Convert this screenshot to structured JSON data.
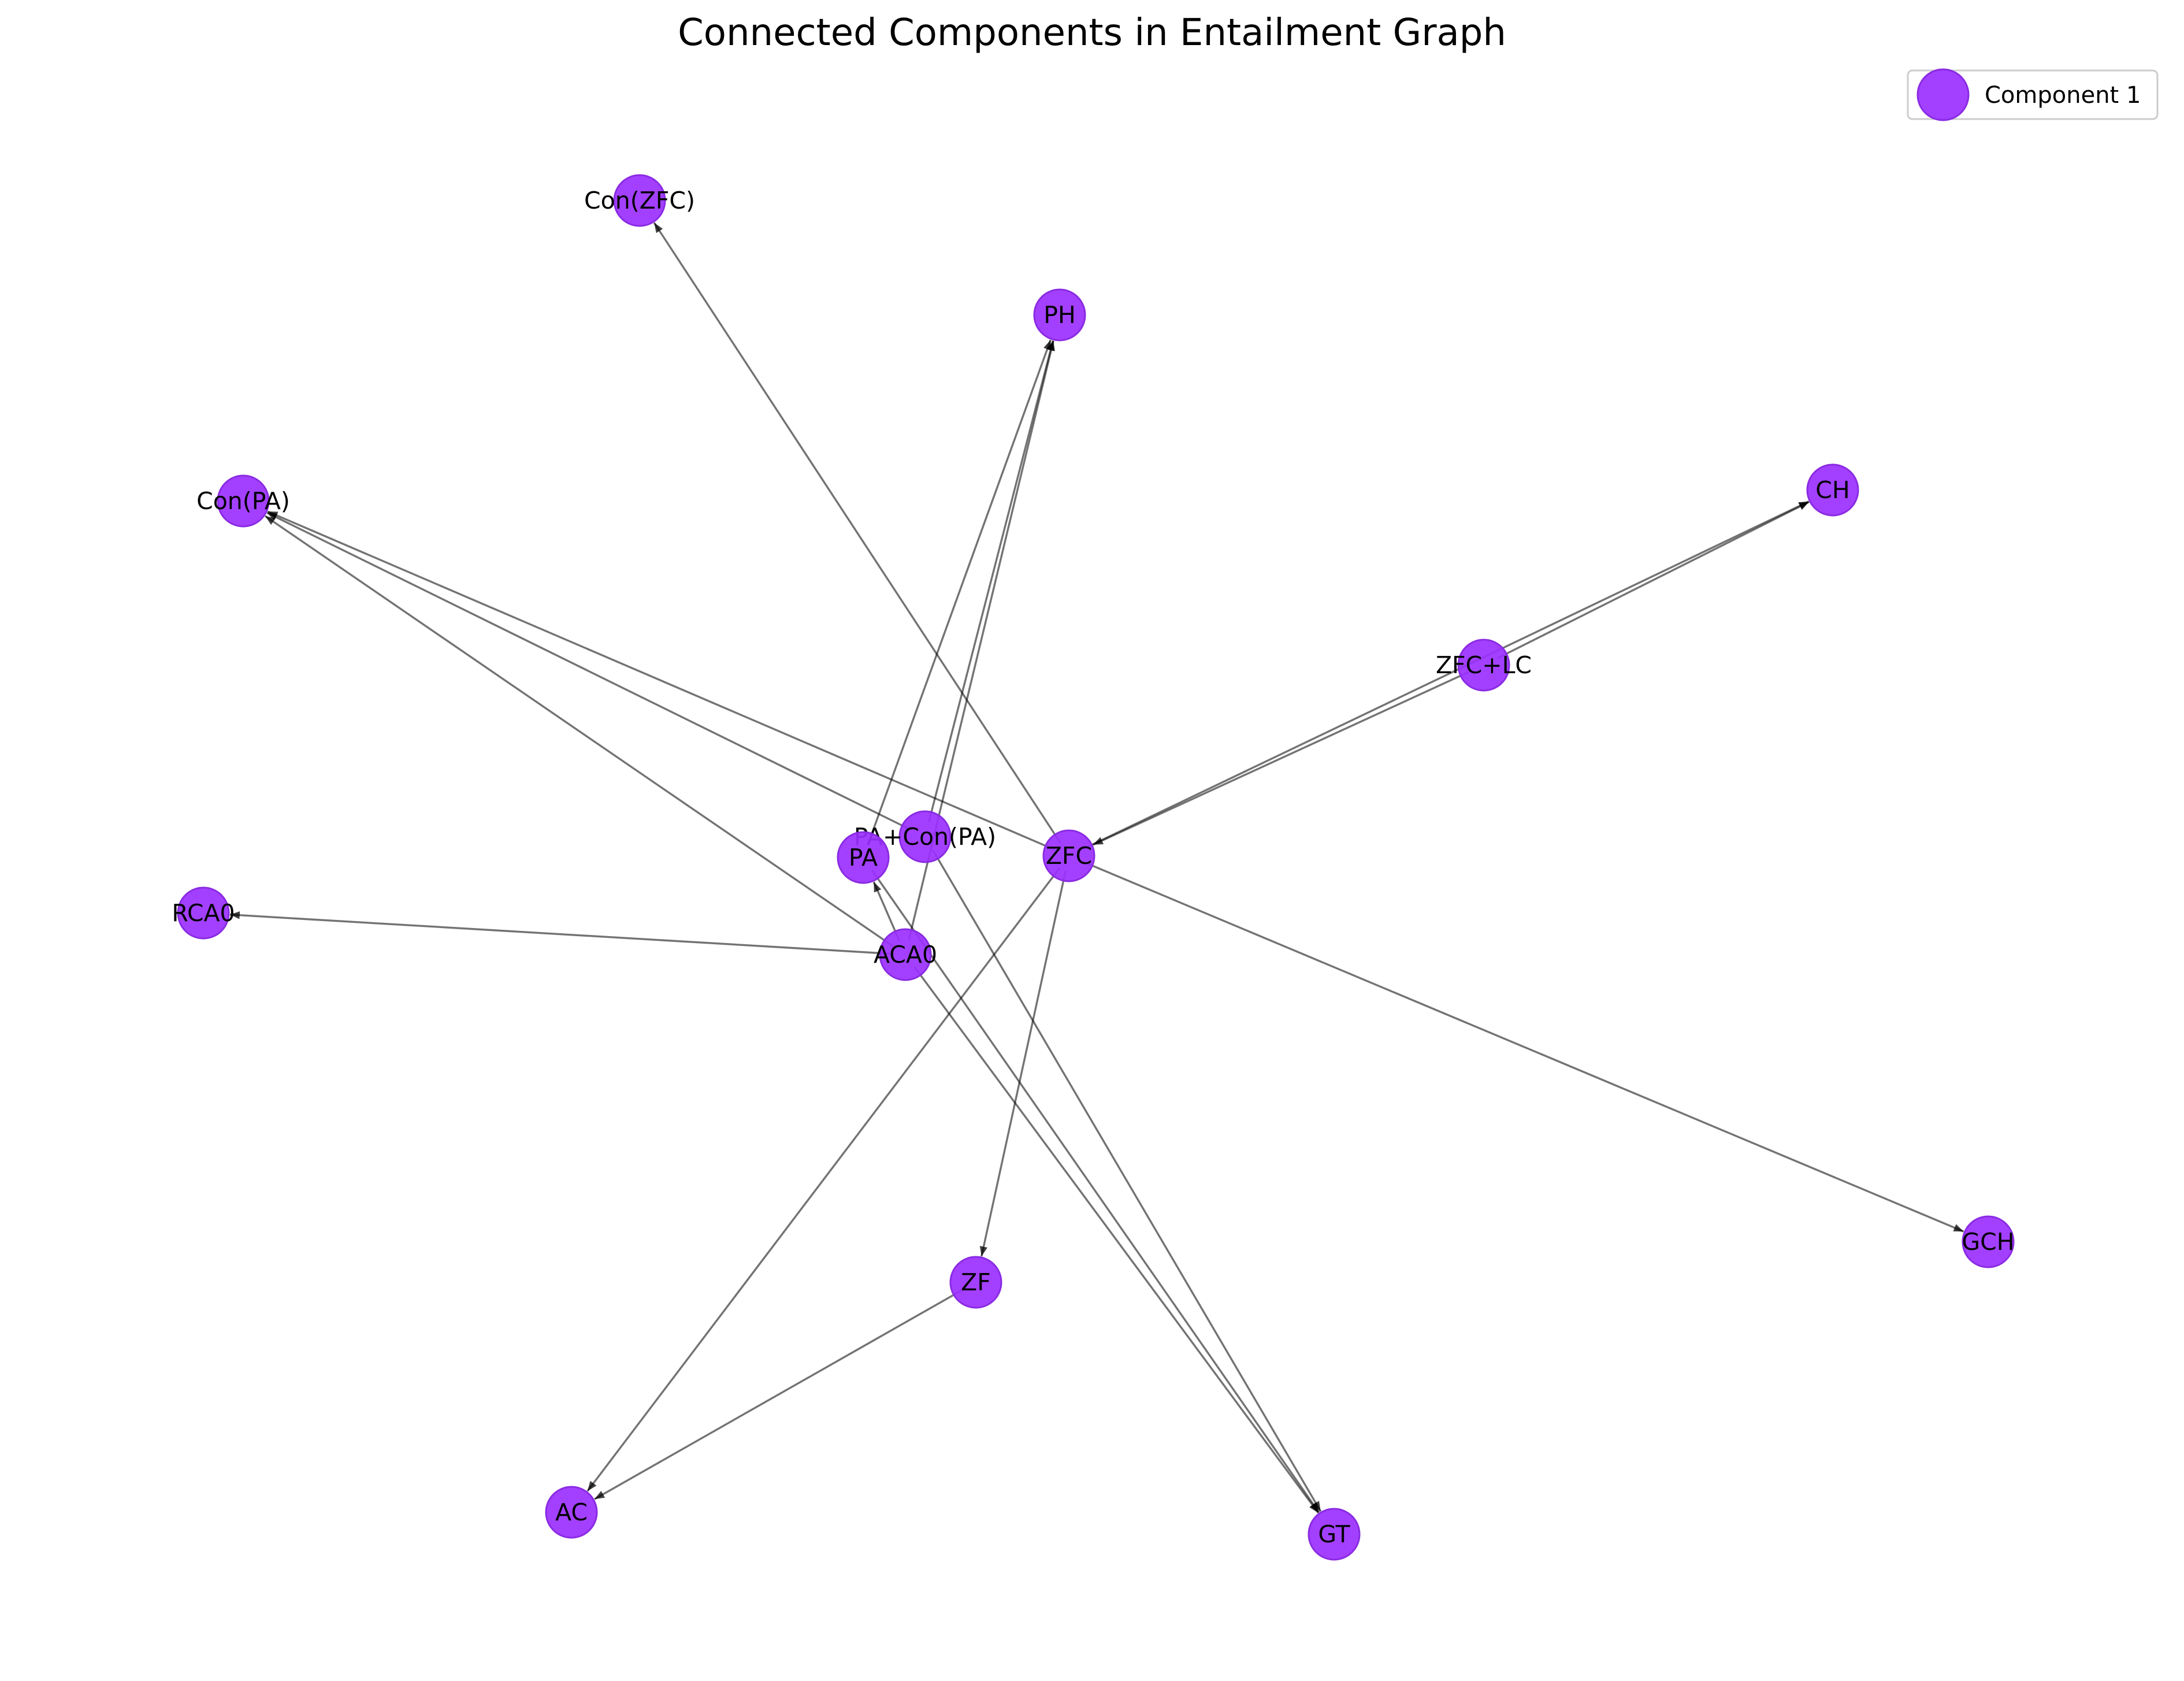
{
  "title": "Connected Components in Entailment Graph",
  "colors": {
    "node_fill": "#9b30ff",
    "node_edge": "#8a2be2",
    "edge": "#000000",
    "background": "#ffffff"
  },
  "legend": {
    "position": "top-right",
    "entries": [
      {
        "label": "Component 1",
        "color": "#9b30ff"
      }
    ]
  },
  "nodes": [
    {
      "id": "Con(ZFC)",
      "label": "Con(ZFC)"
    },
    {
      "id": "PH",
      "label": "PH"
    },
    {
      "id": "Con(PA)",
      "label": "Con(PA)"
    },
    {
      "id": "CH",
      "label": "CH"
    },
    {
      "id": "ZFC+LC",
      "label": "ZFC+LC"
    },
    {
      "id": "PA+Con(PA)",
      "label": "PA+Con(PA)"
    },
    {
      "id": "PA",
      "label": "PA"
    },
    {
      "id": "ZFC",
      "label": "ZFC"
    },
    {
      "id": "RCA0",
      "label": "RCA0"
    },
    {
      "id": "ACA0",
      "label": "ACA0"
    },
    {
      "id": "GCH",
      "label": "GCH"
    },
    {
      "id": "ZF",
      "label": "ZF"
    },
    {
      "id": "AC",
      "label": "AC"
    },
    {
      "id": "GT",
      "label": "GT"
    }
  ],
  "edges": [
    {
      "source": "ZFC",
      "target": "Con(ZFC)"
    },
    {
      "source": "ZFC",
      "target": "Con(PA)"
    },
    {
      "source": "ZFC",
      "target": "ZF"
    },
    {
      "source": "ZFC",
      "target": "AC"
    },
    {
      "source": "ZFC",
      "target": "GCH"
    },
    {
      "source": "ZFC+LC",
      "target": "ZFC"
    },
    {
      "source": "ZFC+LC",
      "target": "CH"
    },
    {
      "source": "ZFC",
      "target": "CH"
    },
    {
      "source": "PA+Con(PA)",
      "target": "Con(PA)"
    },
    {
      "source": "PA+Con(PA)",
      "target": "PH"
    },
    {
      "source": "PA+Con(PA)",
      "target": "GT"
    },
    {
      "source": "PA",
      "target": "PH"
    },
    {
      "source": "PA",
      "target": "GT"
    },
    {
      "source": "ACA0",
      "target": "PA"
    },
    {
      "source": "ACA0",
      "target": "PH"
    },
    {
      "source": "ACA0",
      "target": "RCA0"
    },
    {
      "source": "ACA0",
      "target": "Con(PA)"
    },
    {
      "source": "ACA0",
      "target": "GT"
    },
    {
      "source": "ZF",
      "target": "AC"
    }
  ]
}
